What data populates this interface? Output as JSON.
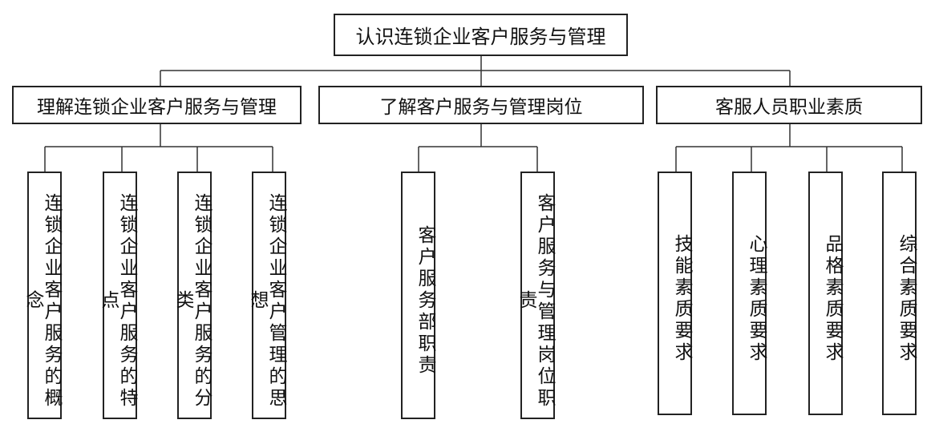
{
  "root": "认识连锁企业客户服务与管理",
  "branches": [
    {
      "label": "理解连锁企业客户服务与管理",
      "children": [
        "连锁企业客户服务的概念",
        "连锁企业客户服务的特点",
        "连锁企业客户服务的分类",
        "连锁企业客户管理的思想"
      ]
    },
    {
      "label": "了解客户服务与管理岗位",
      "children": [
        "客户服务部职责",
        "客户服务与管理岗位职责"
      ]
    },
    {
      "label": "客服人员职业素质",
      "children": [
        "技能素质要求",
        "心理素质要求",
        "品格素质要求",
        "综合素质要求"
      ]
    }
  ]
}
